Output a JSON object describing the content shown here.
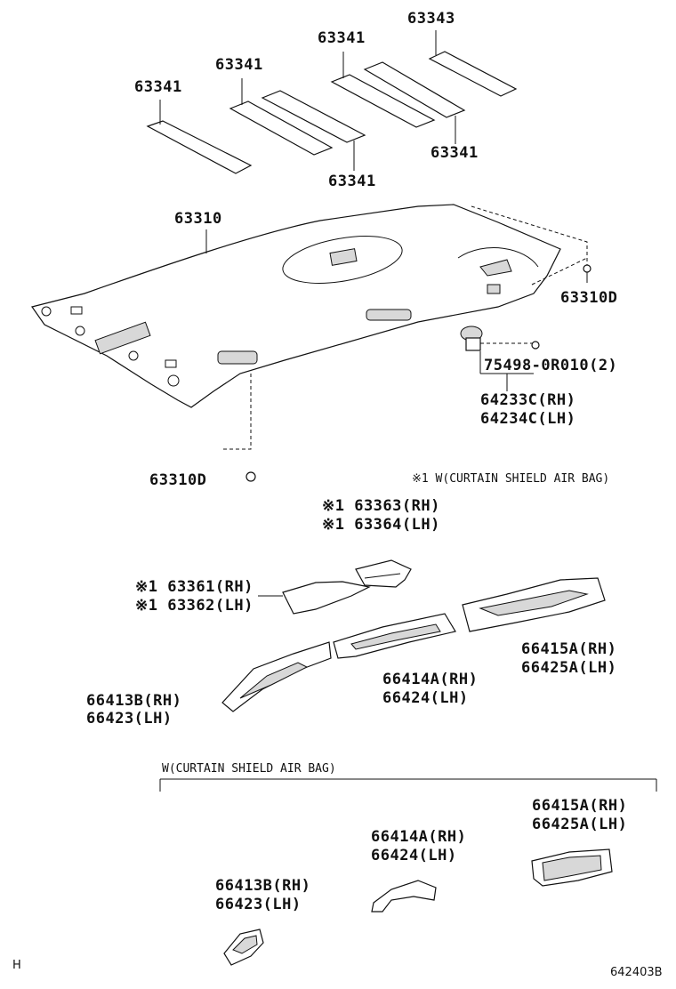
{
  "diagram": {
    "pads": {
      "p1": "63343",
      "p2": "63341",
      "p3": "63341",
      "p4": "63341",
      "p5": "63341",
      "p6": "63341"
    },
    "headliner": {
      "main": "63310",
      "clip_right": "63310D",
      "clip_left": "63310D"
    },
    "assist": {
      "clip": "75498-0R010(2)",
      "rh": "64233C(RH)",
      "lh": "64234C(LH)"
    },
    "note_top": "※1 W(CURTAIN SHIELD AIR BAG)",
    "upper_group": {
      "a_rh": "※1 63363(RH)",
      "a_lh": "※1 63364(LH)",
      "b_rh": "※1 63361(RH)",
      "b_lh": "※1 63362(LH)",
      "c_rh": "66415A(RH)",
      "c_lh": "66425A(LH)",
      "d_rh": "66414A(RH)",
      "d_lh": "66424(LH)",
      "e_rh": "66413B(RH)",
      "e_lh": "66423(LH)"
    },
    "lower_group": {
      "title": "W(CURTAIN SHIELD AIR BAG)",
      "c_rh": "66415A(RH)",
      "c_lh": "66425A(LH)",
      "d_rh": "66414A(RH)",
      "d_lh": "66424(LH)",
      "e_rh": "66413B(RH)",
      "e_lh": "66423(LH)"
    },
    "corner_left": "H",
    "figure_code": "642403B"
  }
}
